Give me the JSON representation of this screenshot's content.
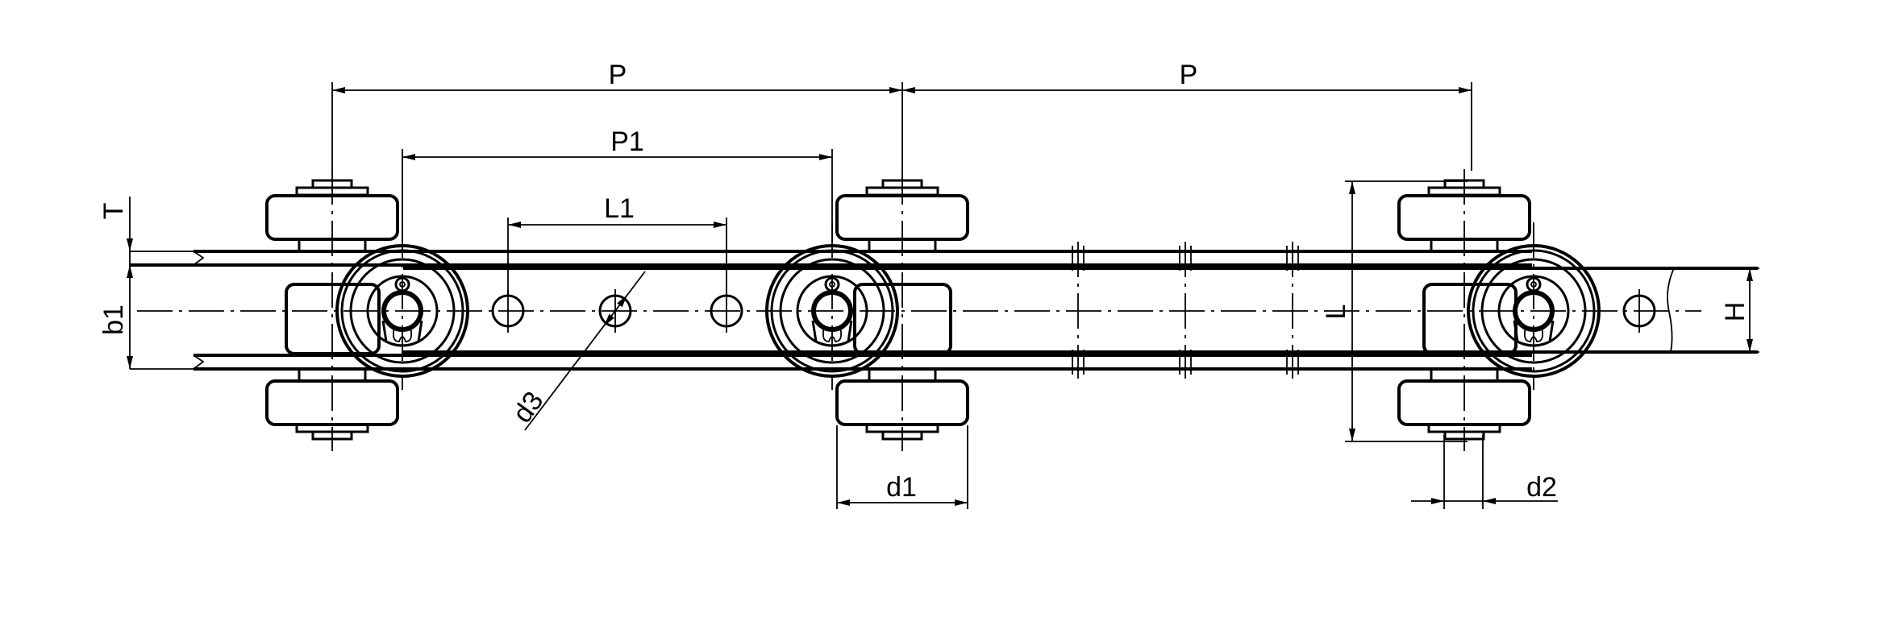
{
  "drawing": {
    "title": "Roller chain with attachment plate - dimension drawing",
    "line_color": "#000000",
    "background": "#ffffff",
    "dimensions": {
      "pitch_left": "P",
      "pitch_right": "P",
      "p1": "P1",
      "l1": "L1",
      "t": "T",
      "b1": "b1",
      "d3": "d3",
      "d1": "d1",
      "d2": "d2",
      "l": "L",
      "h": "H"
    }
  }
}
